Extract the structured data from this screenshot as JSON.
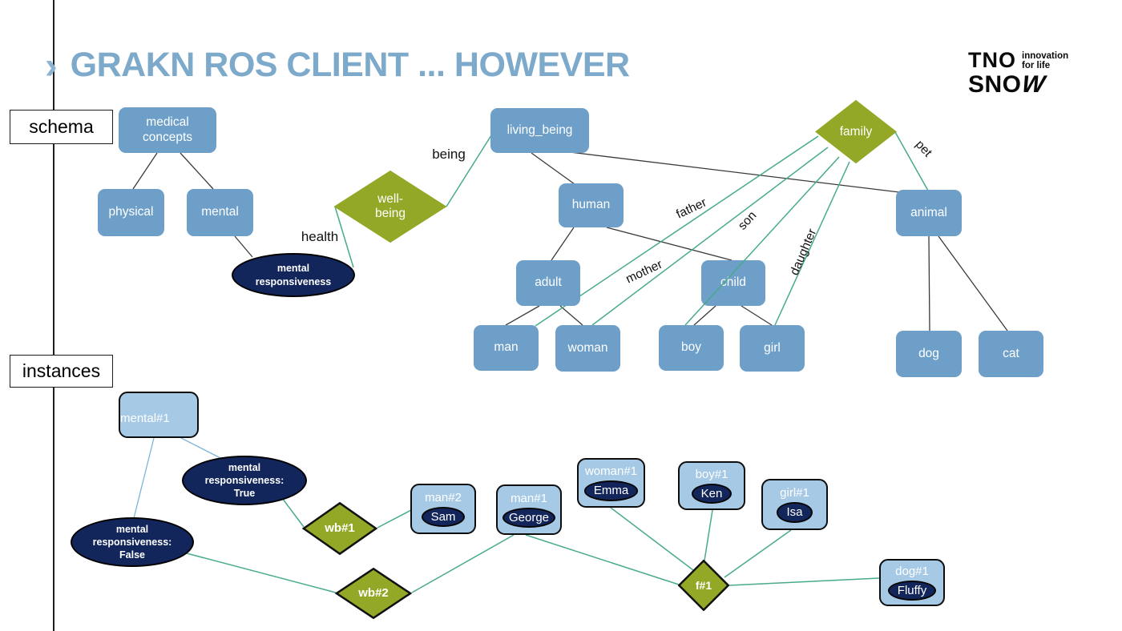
{
  "slide": {
    "title_chevron": "›",
    "title": "GRAKN ROS CLIENT ... HOWEVER"
  },
  "logo": {
    "tno": "TNO",
    "tagline1": "innovation",
    "tagline2": "for life",
    "snow_main": "SNO",
    "snow_w": "W"
  },
  "labels": {
    "schema": "schema",
    "instances": "instances"
  },
  "schema": {
    "medical_concepts": "medical concepts",
    "physical": "physical",
    "mental": "mental",
    "living_being": "living_being",
    "human": "human",
    "adult": "adult",
    "child": "child",
    "man": "man",
    "woman": "woman",
    "boy": "boy",
    "girl": "girl",
    "animal": "animal",
    "dog": "dog",
    "cat": "cat",
    "well_being": "well-being",
    "family": "family",
    "mental_responsiveness": "mental responsiveness",
    "edge_labels": {
      "being": "being",
      "health": "health",
      "father": "father",
      "mother": "mother",
      "son": "son",
      "daughter": "daughter",
      "pet": "pet"
    }
  },
  "instances": {
    "mental1": "mental#1",
    "mr_true": "mental responsiveness: True",
    "mr_false": "mental responsiveness: False",
    "wb1": "wb#1",
    "wb2": "wb#2",
    "f1": "f#1",
    "man2": "man#2",
    "man2_value": "Sam",
    "man1": "man#1",
    "man1_value": "George",
    "woman1": "woman#1",
    "woman1_value": "Emma",
    "boy1": "boy#1",
    "boy1_value": "Ken",
    "girl1": "girl#1",
    "girl1_value": "Isa",
    "dog1": "dog#1",
    "dog1_value": "Fluffy"
  },
  "graph_edges": {
    "subtype_black": [
      "medical concepts-physical",
      "medical concepts-mental",
      "mental-mental responsiveness",
      "living_being-human",
      "living_being-animal",
      "human-adult",
      "human-child",
      "adult-man",
      "adult-woman",
      "child-boy",
      "child-girl",
      "animal-dog",
      "animal-cat"
    ],
    "relation_green": [
      "well-being-living_being (being)",
      "well-being-mental responsiveness (health)",
      "family-man (father)",
      "family-woman (mother)",
      "family-boy (son)",
      "family-girl (daughter)",
      "family-animal (pet)",
      "mr_true-wb#1",
      "mr_false-wb#2",
      "wb#1-man#2",
      "wb#2-man#1",
      "man#1-f#1",
      "woman#1-f#1",
      "boy#1-f#1",
      "girl#1-f#1",
      "f#1-dog#1"
    ],
    "attribute_blue": [
      "mental#1-mr_true",
      "mental#1-mr_false"
    ]
  },
  "colors": {
    "entity_fill": "#6d9fc9",
    "instance_fill": "#a6c9e6",
    "relation_fill": "#94a827",
    "attribute_fill": "#13265c",
    "edge_schema": "#3a3a3a",
    "edge_relation": "#48ab8b",
    "edge_attribute": "#7db3da",
    "title": "#7da9cb"
  }
}
